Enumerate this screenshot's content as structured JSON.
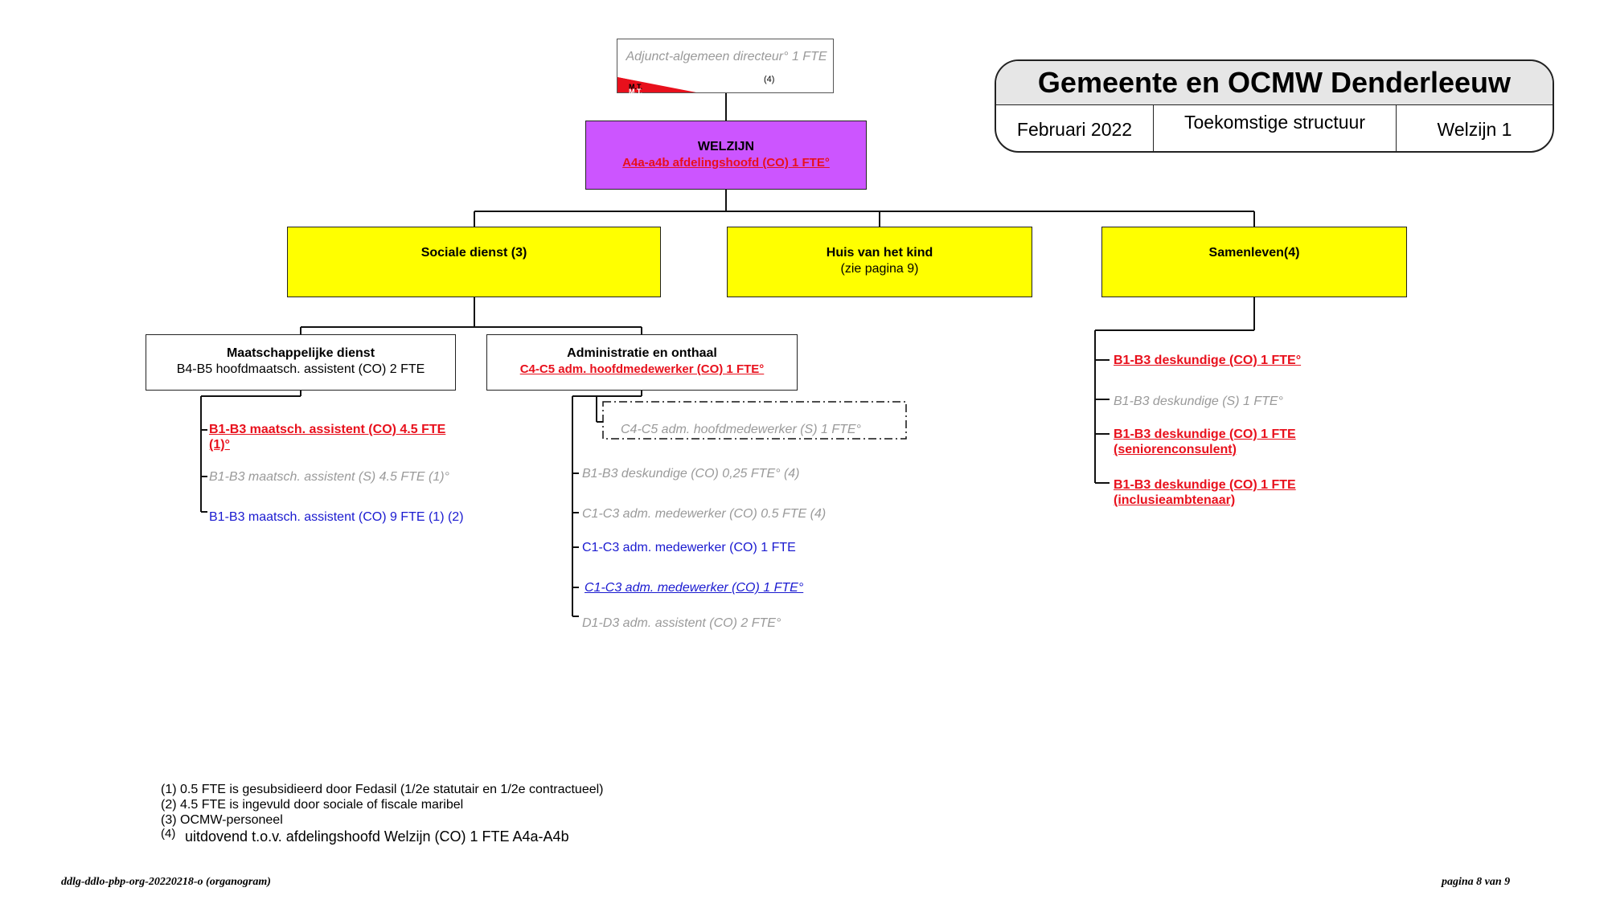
{
  "header_box": {
    "title": "Gemeente en OCMW Denderleeuw",
    "date": "Februari 2022",
    "structure": "Toekomstige structuur",
    "page_label": "Welzijn 1"
  },
  "top": {
    "adjunct": "Adjunct-algemeen directeur° 1 FTE",
    "note": "(4)",
    "mt": "M.T."
  },
  "welzijn": {
    "title": "WELZIJN",
    "subtitle": "A4a-a4b afdelingshoofd (CO) 1 FTE°"
  },
  "departments": {
    "sociale": "Sociale dienst (3)",
    "huis": "Huis van het kind",
    "huis_sub": "(zie pagina 9)",
    "samenleven": "Samenleven(4)"
  },
  "maatschappelijke": {
    "title": "Maatschappelijke dienst",
    "subtitle": "B4-B5 hoofdmaatsch. assistent (CO) 2 FTE",
    "items": [
      "B1-B3 maatsch. assistent (CO) 4.5 FTE",
      "(1)°",
      "B1-B3 maatsch. assistent (S) 4.5 FTE (1)°",
      "B1-B3 maatsch. assistent (CO) 9 FTE (1) (2)"
    ]
  },
  "administratie": {
    "title": "Administratie en onthaal",
    "subtitle": "C4-C5 adm. hoofdmedewerker (CO) 1 FTE°",
    "dashed": "C4-C5 adm. hoofdmedewerker (S) 1 FTE°",
    "items": [
      "B1-B3 deskundige (CO) 0,25 FTE° (4)",
      "C1-C3 adm. medewerker (CO) 0.5 FTE (4)",
      "C1-C3 adm. medewerker (CO) 1 FTE",
      "C1-C3 adm. medewerker (CO) 1 FTE°",
      "D1-D3 adm. assistent (CO) 2 FTE°"
    ]
  },
  "samenleven_items": [
    "B1-B3 deskundige (CO) 1 FTE°",
    "B1-B3 deskundige (S) 1 FTE°",
    "B1-B3 deskundige (CO) 1 FTE",
    "(seniorenconsulent)",
    "B1-B3 deskundige (CO) 1 FTE",
    "(inclusieambtenaar)"
  ],
  "footnotes": [
    "(1) 0.5 FTE is gesubsidieerd door Fedasil (1/2e statutair en 1/2e contractueel)",
    "(2) 4.5 FTE is ingevuld door sociale of fiscale maribel",
    "(3) OCMW-personeel",
    "(4)",
    "uitdovend t.o.v. afdelingshoofd Welzijn (CO) 1 FTE A4a-A4b"
  ],
  "footer": {
    "left": "ddlg-ddlo-pbp-org-20220218-o (organogram)",
    "right": "pagina 8 van 9"
  },
  "colors": {
    "yellow": "#ffff00",
    "purple": "#cc55ff",
    "red": "#e8101c",
    "blue": "#1a1ad0",
    "grey": "#9a9a9a"
  }
}
